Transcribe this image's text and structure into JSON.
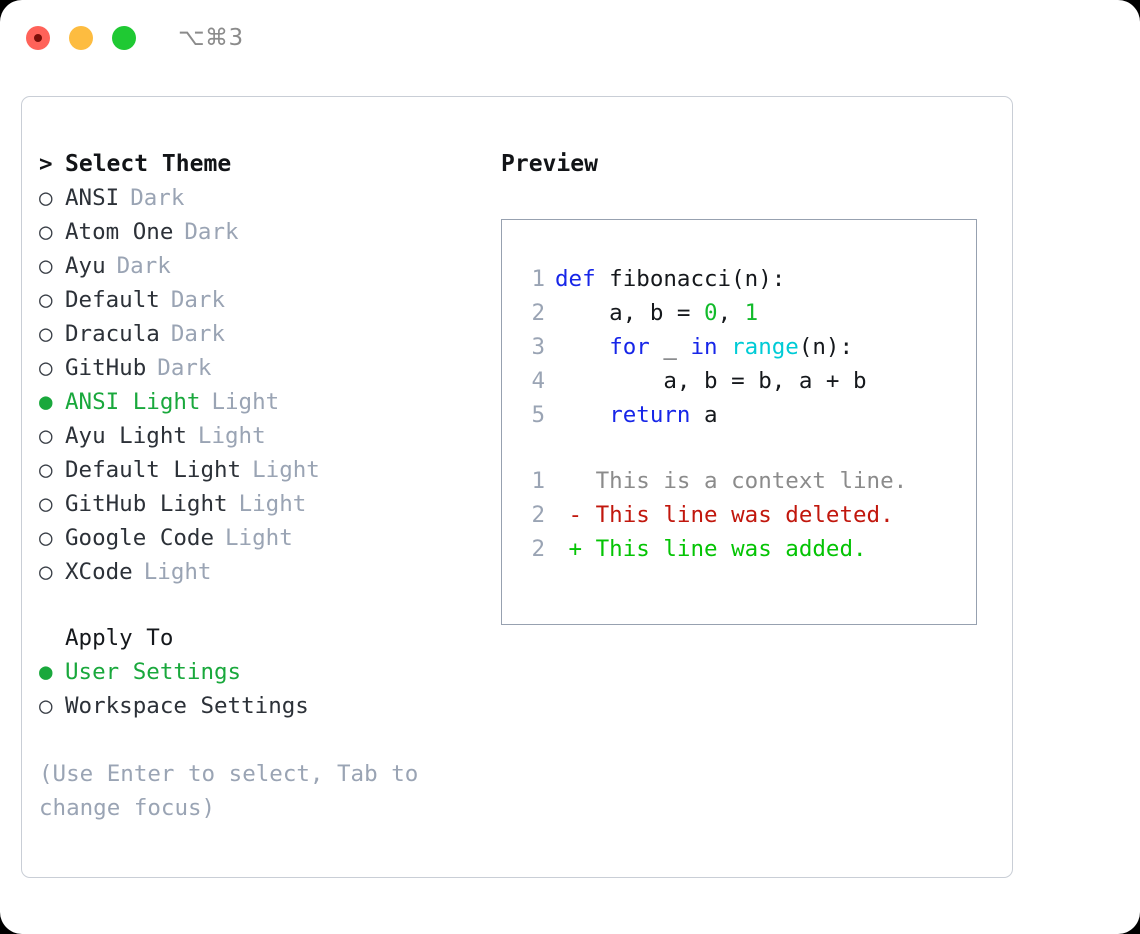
{
  "window": {
    "shortcut": "⌥⌘3",
    "traffic_lights": [
      "close-button",
      "minimize-button",
      "zoom-button"
    ]
  },
  "theme_list": {
    "title": "Select Theme",
    "title_marker": ">",
    "marker_selected": "●",
    "marker_unselected": "○",
    "items": [
      {
        "name": "ANSI",
        "category": "Dark",
        "selected": false
      },
      {
        "name": "Atom One",
        "category": "Dark",
        "selected": false
      },
      {
        "name": "Ayu",
        "category": "Dark",
        "selected": false
      },
      {
        "name": "Default",
        "category": "Dark",
        "selected": false
      },
      {
        "name": "Dracula",
        "category": "Dark",
        "selected": false
      },
      {
        "name": "GitHub",
        "category": "Dark",
        "selected": false
      },
      {
        "name": "ANSI Light",
        "category": "Light",
        "selected": true
      },
      {
        "name": "Ayu Light",
        "category": "Light",
        "selected": false
      },
      {
        "name": "Default Light",
        "category": "Light",
        "selected": false
      },
      {
        "name": "GitHub Light",
        "category": "Light",
        "selected": false
      },
      {
        "name": "Google Code",
        "category": "Light",
        "selected": false
      },
      {
        "name": "XCode",
        "category": "Light",
        "selected": false
      }
    ]
  },
  "apply_to": {
    "label": "Apply To",
    "options": [
      {
        "name": "User Settings",
        "selected": true
      },
      {
        "name": "Workspace Settings",
        "selected": false
      }
    ]
  },
  "hint": "(Use Enter to select, Tab to change focus)",
  "preview": {
    "title": "Preview",
    "code_lines": [
      {
        "num": "1",
        "tokens": [
          {
            "t": "def",
            "c": "kw"
          },
          {
            "t": " fibonacci(n):",
            "c": "txt"
          }
        ]
      },
      {
        "num": "2",
        "tokens": [
          {
            "t": "    a, b = ",
            "c": "txt"
          },
          {
            "t": "0",
            "c": "num"
          },
          {
            "t": ", ",
            "c": "txt"
          },
          {
            "t": "1",
            "c": "num"
          }
        ]
      },
      {
        "num": "3",
        "tokens": [
          {
            "t": "    ",
            "c": "txt"
          },
          {
            "t": "for",
            "c": "kw"
          },
          {
            "t": " _ ",
            "c": "txt"
          },
          {
            "t": "in",
            "c": "kw"
          },
          {
            "t": " ",
            "c": "txt"
          },
          {
            "t": "range",
            "c": "fn"
          },
          {
            "t": "(n):",
            "c": "txt"
          }
        ]
      },
      {
        "num": "4",
        "tokens": [
          {
            "t": "        a, b = b, a + b",
            "c": "txt"
          }
        ]
      },
      {
        "num": "5",
        "tokens": [
          {
            "t": "    ",
            "c": "txt"
          },
          {
            "t": "return",
            "c": "kw"
          },
          {
            "t": " a",
            "c": "txt"
          }
        ]
      }
    ],
    "diff_lines": [
      {
        "num": "1",
        "sign": " ",
        "text": " This is a context line.",
        "kind": "context"
      },
      {
        "num": "2",
        "sign": "-",
        "text": " This line was deleted.",
        "kind": "deleted"
      },
      {
        "num": "2",
        "sign": "+",
        "text": " This line was added.",
        "kind": "added"
      }
    ]
  },
  "colors": {
    "selected_green": "#19a83c",
    "muted_gray": "#9aa4b4",
    "keyword_blue": "#1726e8",
    "function_cyan": "#00cbd6",
    "number_green": "#12bb2b",
    "diff_deleted_red": "#c1170d",
    "diff_added_green": "#04c404",
    "card_border": "#c9ced6",
    "code_border": "#97a1b0"
  }
}
